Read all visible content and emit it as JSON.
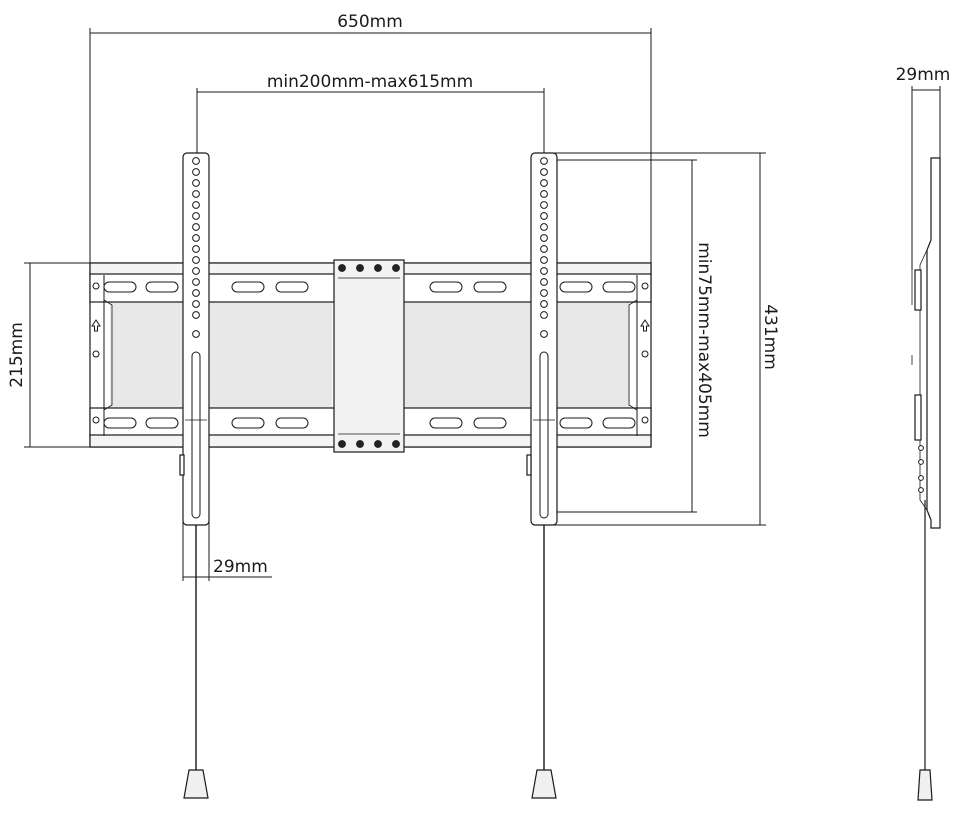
{
  "dimensions": {
    "overall_width": "650mm",
    "hole_spacing_horizontal": "min200mm-max615mm",
    "wall_plate_height": "215mm",
    "hole_spacing_vertical": "min75mm-max405mm",
    "arm_length": "431mm",
    "arm_width": "29mm",
    "side_depth": "29mm"
  },
  "icons": {
    "arrow": "up-arrow-icon",
    "screw": "screw-icon",
    "safety_cord": "safety-cord-icon"
  },
  "colors": {
    "line": "#1a1a1a",
    "shade": "#e8e8e8",
    "background": "#ffffff"
  }
}
